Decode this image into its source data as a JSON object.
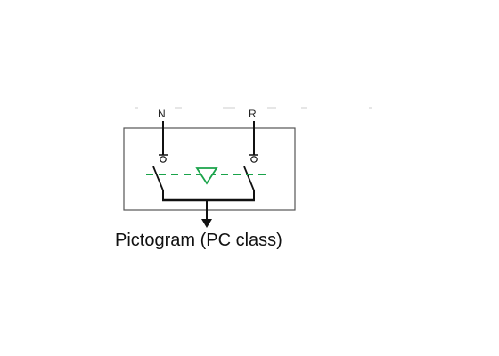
{
  "diagram": {
    "terminal_left_label": "N",
    "terminal_right_label": "R",
    "caption": "Pictogram (PC class)",
    "colors": {
      "frame": "#555555",
      "wire": "#111111",
      "mechanism_link": "#1aa34a",
      "arrow": "#111111"
    },
    "icons": [
      "switch-contact-icon",
      "link-triangle-icon",
      "output-arrow-icon"
    ]
  }
}
